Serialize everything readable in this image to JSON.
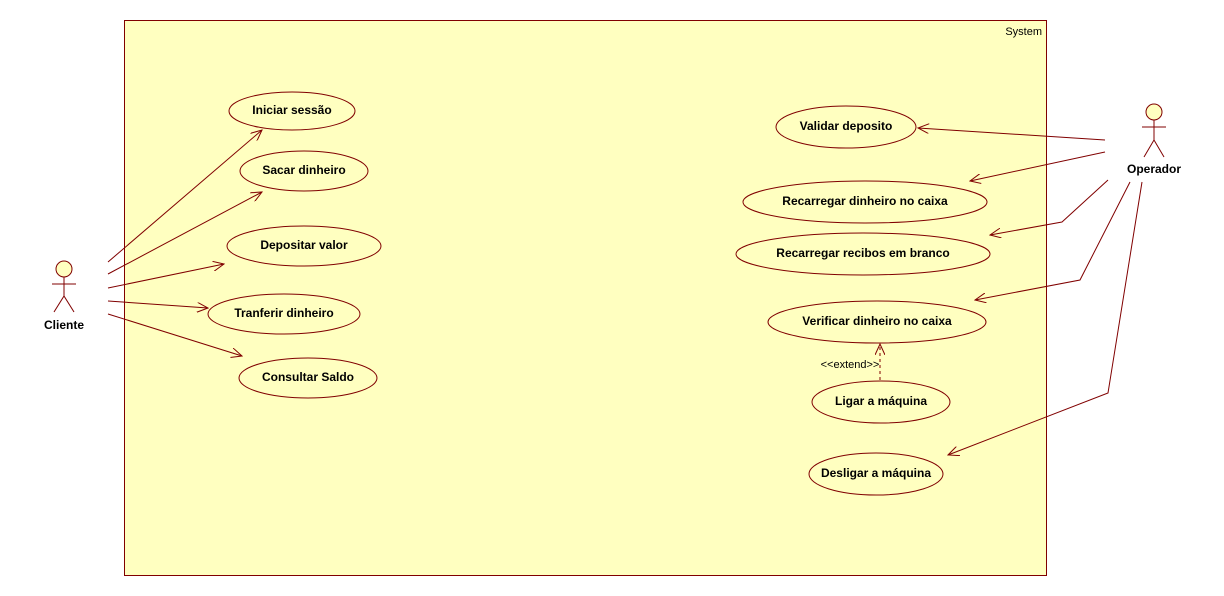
{
  "system": {
    "label": "System",
    "fill": "#ffffc0",
    "stroke": "#800000"
  },
  "colors": {
    "line": "#800000",
    "ellipse_fill": "#ffffc0"
  },
  "actors": {
    "cliente": {
      "label": "Cliente"
    },
    "operador": {
      "label": "Operador"
    }
  },
  "use_cases": {
    "iniciar_sessao": "Iniciar sessão",
    "sacar_dinheiro": "Sacar dinheiro",
    "depositar_valor": "Depositar valor",
    "tranferir_dinheiro": "Tranferir dinheiro",
    "consultar_saldo": "Consultar Saldo",
    "validar_deposito": "Validar deposito",
    "recarregar_dinheiro": "Recarregar dinheiro no caixa",
    "recarregar_recibos": "Recarregar recibos em branco",
    "verificar_dinheiro": "Verificar dinheiro no caixa",
    "ligar_maquina": "Ligar a máquina",
    "desligar_maquina": "Desligar a máquina"
  },
  "relations": {
    "extend_label": "<<extend>>"
  }
}
